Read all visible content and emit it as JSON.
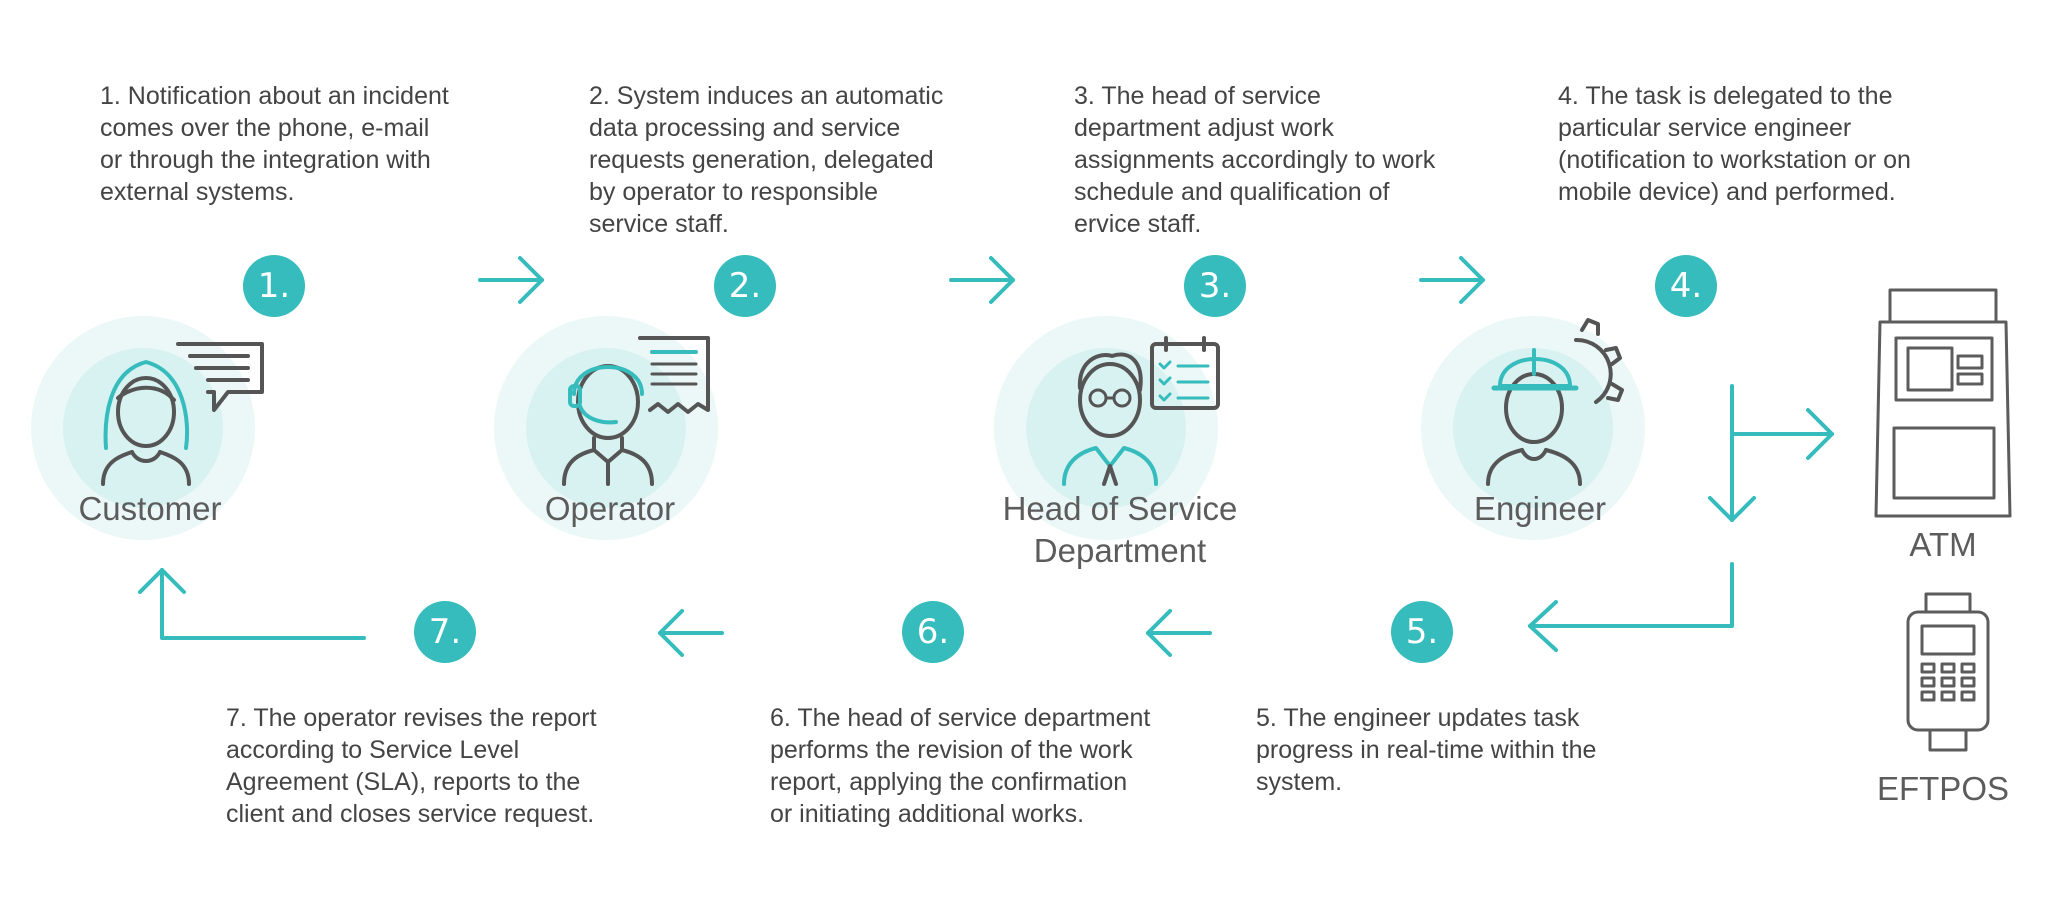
{
  "colors": {
    "accent": "#36bcbc",
    "halo_outer": "#ecf8f8",
    "halo_inner": "#d8f1f1",
    "line_art": "#555555",
    "text": "#444444"
  },
  "steps": [
    {
      "badge": "1.",
      "text": "1. Notification about an incident\ncomes over the phone, e-mail\nor through the integration with\nexternal systems."
    },
    {
      "badge": "2.",
      "text": "2. System induces an automatic\ndata processing and service\nrequests generation, delegated\nby operator to responsible\nservice staff."
    },
    {
      "badge": "3.",
      "text": "3. The head of service\ndepartment adjust work\nassignments accordingly to work\nschedule and qualification of\nervice staff."
    },
    {
      "badge": "4.",
      "text": "4. The task is delegated to the\nparticular service engineer\n(notification to workstation or on\nmobile device) and performed."
    },
    {
      "badge": "5.",
      "text": "5. The engineer updates task\nprogress in real-time within the\nsystem."
    },
    {
      "badge": "6.",
      "text": "6. The head of service department\nperforms the revision of the work\nreport, applying the confirmation\nor initiating additional works."
    },
    {
      "badge": "7.",
      "text": "7. The operator revises the report\naccording to Service Level\nAgreement (SLA), reports to the\nclient and closes service request."
    }
  ],
  "roles": {
    "customer": "Customer",
    "operator": "Operator",
    "head": "Head of Service\nDepartment",
    "engineer": "Engineer"
  },
  "devices": {
    "atm": "ATM",
    "eftpos": "EFTPOS"
  },
  "icons": [
    "customer-icon",
    "operator-icon",
    "head-of-service-icon",
    "engineer-icon",
    "atm-icon",
    "eftpos-icon",
    "arrow-right-icon",
    "arrow-left-icon"
  ]
}
